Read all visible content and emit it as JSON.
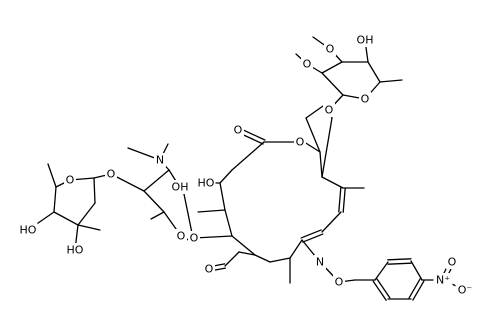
{
  "diagram": {
    "type": "skeletal-chemical-structure",
    "background_color": "#ffffff",
    "bond_color": "#000000",
    "label_color": "#000000",
    "atom_labels": {
      "ring_ester_o": "O",
      "ester_carbonyl_o": "O",
      "hydroxyl_macrolide": "HO",
      "glycosidic_o_macrolide": "O",
      "aldehyde_o": "O",
      "oxime_n": "N",
      "oxime_o": "O",
      "nitro": "N⁺",
      "nitro_o_top": "O",
      "nitro_o_minus": "O⁻",
      "mycinose_ring_o": "O",
      "mycinose_ether_o": "O",
      "mycinose_ome1_o": "O",
      "mycinose_ome2_o": "O",
      "mycinose_oh": "OH",
      "mycaminose_ring_o": "O",
      "mycaminose_n": "N",
      "mycaminose_oh": "OH",
      "mycarose_link_o": "O",
      "mycarose_ring_o": "O",
      "mycarose_oh1": "HO",
      "mycarose_oh2": "HO"
    }
  }
}
